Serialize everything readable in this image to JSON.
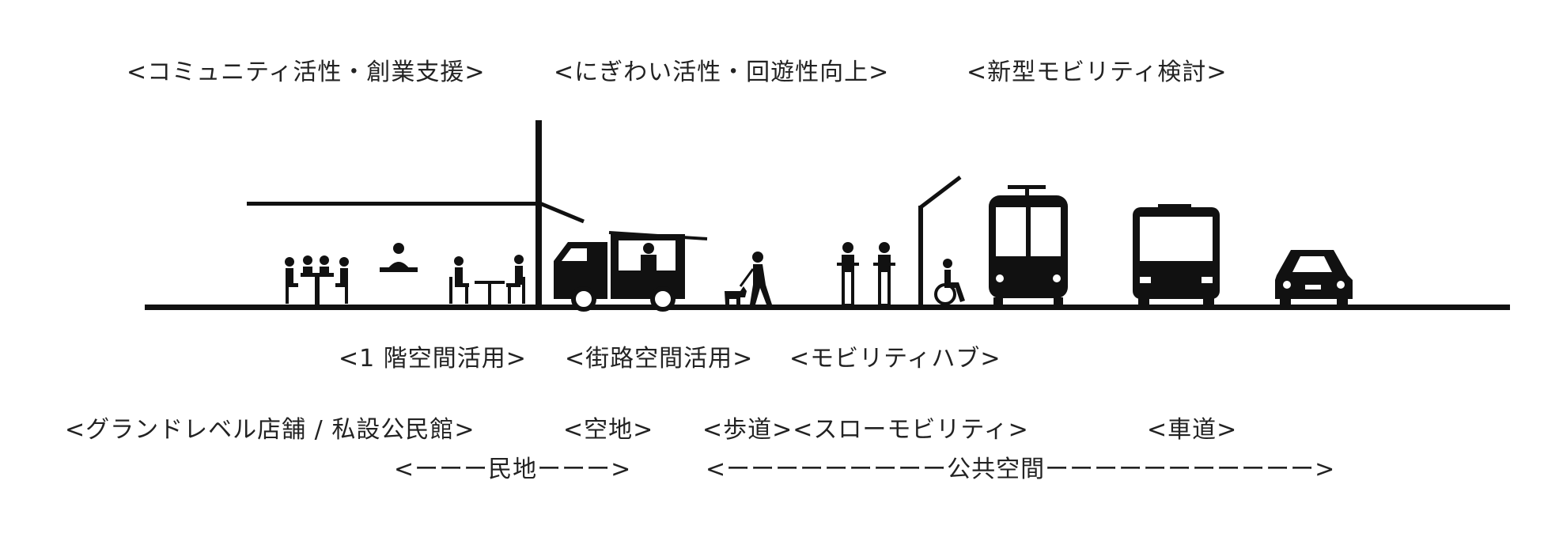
{
  "labels": {
    "top": [
      "<コミュニティ活性・創業支援>",
      "<にぎわい活性・回遊性向上>",
      "<新型モビリティ検討>"
    ],
    "middle": [
      "<1 階空間活用>",
      "<街路空間活用>",
      "<モビリティハブ>"
    ],
    "bottom": [
      "<グランドレベル店舗 / 私設公民館>",
      "<空地>",
      "<歩道><スローモビリティ>",
      "<車道>"
    ],
    "zones": [
      "<ーーー民地ーーー>",
      "<ーーーーーーーーー公共空間ーーーーーーーーーーー>"
    ]
  },
  "icons": [
    "meeting-table-icon",
    "reception-desk-icon",
    "cafe-seating-icon",
    "food-truck-icon",
    "dog-walker-icon",
    "cyclists-icon",
    "wheelchair-user-icon",
    "tram-icon",
    "bus-icon",
    "car-icon"
  ],
  "colors": {
    "ink": "#111111",
    "background": "#ffffff"
  }
}
